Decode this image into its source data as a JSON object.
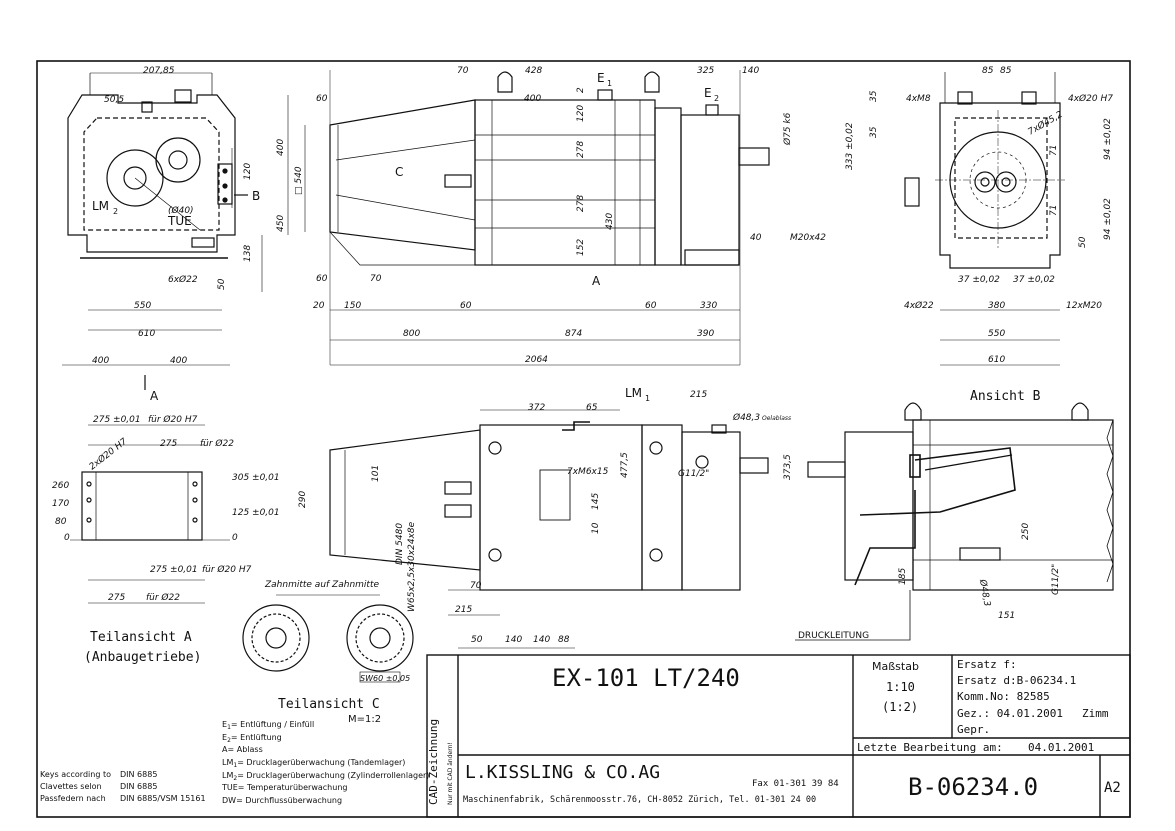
{
  "drawing": {
    "top_left_dims": [
      "207,85",
      "50,5",
      "400",
      "120",
      "450",
      "138",
      "6xØ22",
      "50",
      "550",
      "610",
      "400",
      "400"
    ],
    "labels_front": {
      "lm2": "LM",
      "lm2_sub": "2",
      "tue": "TUE",
      "diam40": "(Ø40)",
      "b": "B",
      "a": "A"
    },
    "top_center_dims": [
      "70",
      "428",
      "325",
      "140",
      "400",
      "2",
      "60",
      "120",
      "278",
      "278",
      "430",
      "152",
      "40",
      "M20x42",
      "Ø75 k6",
      "60",
      "70",
      "20",
      "150",
      "60",
      "60",
      "330",
      "800",
      "874",
      "390",
      "2064",
      "□ 540"
    ],
    "labels_center": {
      "c": "C",
      "a": "A",
      "e1": "E",
      "e1_sub": "1",
      "e2": "E",
      "e2_sub": "2"
    },
    "top_right_dims": [
      "85",
      "85",
      "4xM8",
      "4xØ20 H7",
      "35",
      "35",
      "333 ±0,02",
      "7xØ45,2",
      "71",
      "94 ±0,02",
      "71",
      "94 ±0,02",
      "50",
      "37 ±0,02",
      "37 ±0,02",
      "4xØ22",
      "380",
      "12xM20",
      "550",
      "610"
    ],
    "mid_left_dims": [
      "275 ±0,01",
      "für Ø20 H7",
      "275",
      "für Ø22",
      "2xØ20 H7",
      "305 ±0,01",
      "260",
      "170",
      "80",
      "0",
      "125 ±0,01",
      "0",
      "275 ±0,01",
      "für Ø20 H7",
      "275",
      "für Ø22"
    ],
    "mid_center_dims": [
      "372",
      "65",
      "215",
      "Ø48,3",
      "Oelablass",
      "477,5",
      "373,5",
      "G11/2\"",
      "7xM6x15",
      "101",
      "290",
      "145",
      "10",
      "DIN 5480",
      "W65x2,5x30x24x8e",
      "70",
      "215",
      "50",
      "140",
      "140",
      "88"
    ],
    "labels_mid_center": {
      "lm1": "LM",
      "lm1_sub": "1"
    },
    "mid_right_dims": [
      "250",
      "185",
      "G11/2\"",
      "Ø48,3",
      "151"
    ],
    "labels_mid_right": {
      "ansicht_b": "Ansicht B",
      "druckleitung": "DRUCKLEITUNG"
    },
    "teilansicht_a": [
      "Teilansicht A",
      "(Anbaugetriebe)"
    ],
    "teilansicht_c": {
      "title": "Teilansicht C",
      "scale": "M=1:2",
      "zahnmitte": "Zahnmitte auf Zahnmitte",
      "sw": "SW60 ±0,05"
    }
  },
  "legend": [
    {
      "key": "E",
      "sub": "1",
      "text": "= Entlüftung / Einfüll"
    },
    {
      "key": "E",
      "sub": "2",
      "text": "= Entlüftung"
    },
    {
      "key": "A",
      "sub": "",
      "text": "= Ablass"
    },
    {
      "key": "LM",
      "sub": "1",
      "text": "= Drucklagerüberwachung (Tandemlager)"
    },
    {
      "key": "LM",
      "sub": "2",
      "text": "= Drucklagerüberwachung (Zylinderrollenlager)"
    },
    {
      "key": "TUE",
      "sub": "",
      "text": "= Temperaturüberwachung"
    },
    {
      "key": "DW",
      "sub": "",
      "text": "= Durchflussüberwachung"
    }
  ],
  "keys_note": [
    [
      "Keys according to",
      "DIN 6885"
    ],
    [
      "Clavettes selon",
      "DIN 6885"
    ],
    [
      "Passfedern nach",
      "DIN 6885/VSM 15161"
    ]
  ],
  "title_block": {
    "cad_label": "CAD-Zeichnung",
    "cad_sub": "Nur mit CAD ändern!",
    "title": "EX-101 LT/240",
    "masstab_label": "Maßstab",
    "scale1": "1:10",
    "scale2": "(1:2)",
    "ersatz_f": "Ersatz  f:",
    "ersatz_d": "Ersatz d:B-06234.1",
    "komm": "Komm.No:  82585",
    "gez": "Gez.: 04.01.2001",
    "gez_name": "Zimm",
    "gepr": "Gepr.",
    "letzte": "Letzte Bearbeitung am:",
    "letzte_date": "04.01.2001",
    "company": "L.KISSLING & CO.AG",
    "fax": "Fax  01-301 39 84",
    "address": "Maschinenfabrik, Schärenmoosstr.76, CH-8052 Zürich, Tel. 01-301 24 00",
    "drawing_no": "B-06234.0",
    "format": "A2"
  }
}
